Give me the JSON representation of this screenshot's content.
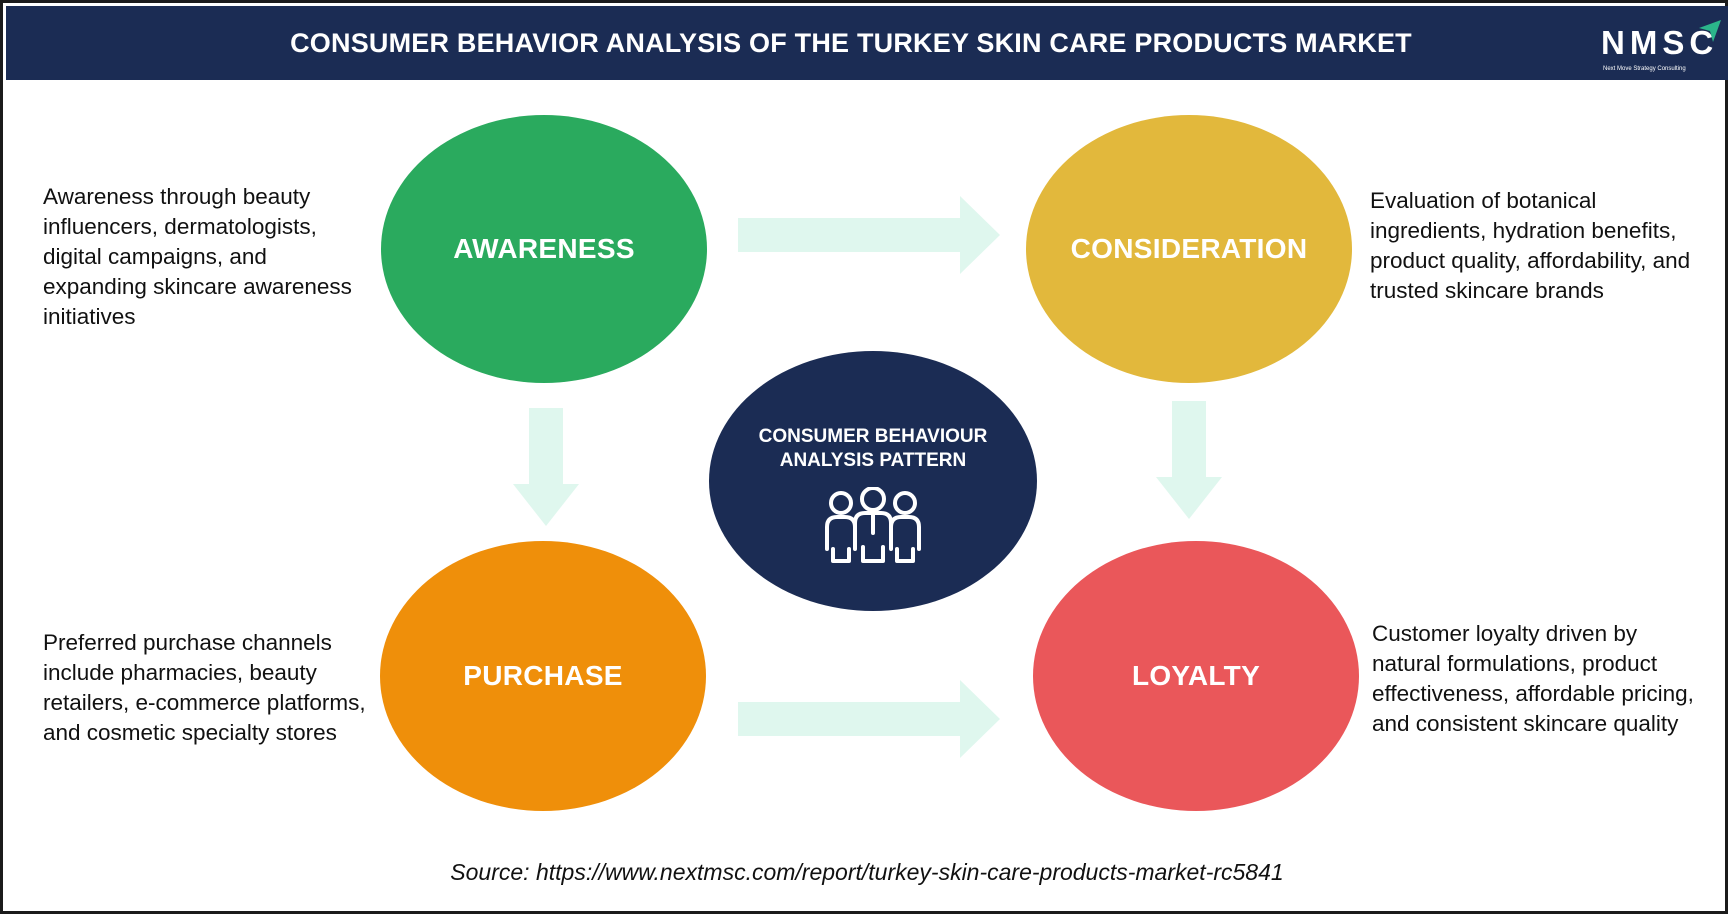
{
  "header": {
    "title": "CONSUMER BEHAVIOR ANALYSIS OF THE TURKEY SKIN CARE PRODUCTS MARKET",
    "logo_text": "NMSC",
    "logo_subtitle": "Next Move Strategy Consulting"
  },
  "stages": {
    "awareness": {
      "label": "AWARENESS",
      "description": "Awareness through beauty influencers, dermatologists, digital campaigns, and expanding skincare awareness initiatives",
      "color": "#2aaa5e"
    },
    "consideration": {
      "label": "CONSIDERATION",
      "description": "Evaluation of botanical ingredients, hydration benefits, product quality, affordability, and trusted skincare brands",
      "color": "#e2b83c"
    },
    "purchase": {
      "label": "PURCHASE",
      "description": "Preferred purchase channels include pharmacies, beauty retailers, e-commerce platforms, and cosmetic specialty stores",
      "color": "#ef8f0a"
    },
    "loyalty": {
      "label": "LOYALTY",
      "description": "Customer loyalty driven by natural formulations, product effectiveness, affordable pricing, and consistent skincare quality",
      "color": "#ea575a"
    }
  },
  "center": {
    "label": "CONSUMER BEHAVIOUR ANALYSIS PATTERN",
    "icon": "people-group-icon",
    "color": "#1b2c54"
  },
  "arrows": {
    "color": "#dff7ee",
    "icon": "arrow-icon"
  },
  "source": "Source: https://www.nextmsc.com/report/turkey-skin-care-products-market-rc5841"
}
